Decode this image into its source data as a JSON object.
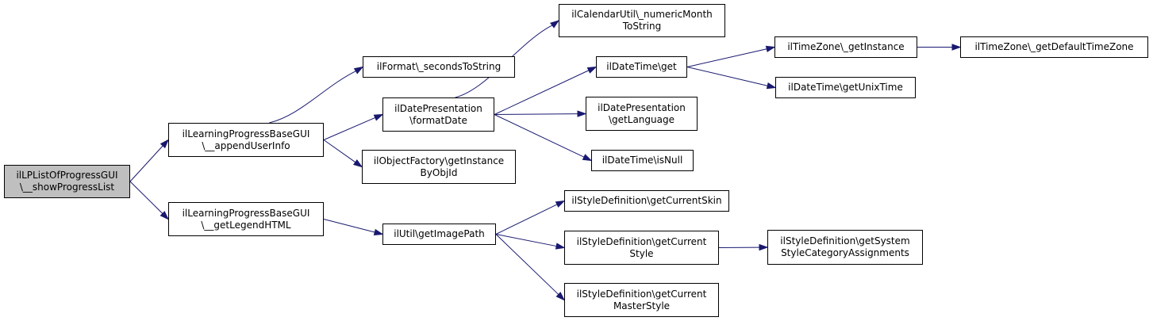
{
  "colors": {
    "edge": "#191970",
    "root_fill": "#bfbfbf",
    "node_fill": "#ffffff",
    "border": "#000000"
  },
  "nodes": {
    "root": [
      "ilLPListOfProgressGUI",
      "\\__showProgressList"
    ],
    "append_user_info": [
      "ilLearningProgressBaseGUI",
      "\\__appendUserInfo"
    ],
    "get_legend_html": [
      "ilLearningProgressBaseGUI",
      "\\__getLegendHTML"
    ],
    "seconds_to_string": [
      "ilFormat\\_secondsToString"
    ],
    "format_date": [
      "ilDatePresentation",
      "\\formatDate"
    ],
    "get_instance_by_obj_id": [
      "ilObjectFactory\\getInstance",
      "ByObjId"
    ],
    "get_image_path": [
      "ilUtil\\getImagePath"
    ],
    "numeric_month_to_string": [
      "ilCalendarUtil\\_numericMonth",
      "ToString"
    ],
    "datetime_get": [
      "ilDateTime\\get"
    ],
    "get_language": [
      "ilDatePresentation",
      "\\getLanguage"
    ],
    "is_null": [
      "ilDateTime\\isNull"
    ],
    "get_current_skin": [
      "ilStyleDefinition\\getCurrentSkin"
    ],
    "get_current_style": [
      "ilStyleDefinition\\getCurrent",
      "Style"
    ],
    "get_current_master_style": [
      "ilStyleDefinition\\getCurrent",
      "MasterStyle"
    ],
    "timezone_get_instance": [
      "ilTimeZone\\_getInstance"
    ],
    "get_unix_time": [
      "ilDateTime\\getUnixTime"
    ],
    "get_system_style_category_assignments": [
      "ilStyleDefinition\\getSystem",
      "StyleCategoryAssignments"
    ],
    "get_default_timezone": [
      "ilTimeZone\\_getDefaultTimeZone"
    ]
  },
  "edges": [
    [
      "root",
      "append_user_info"
    ],
    [
      "root",
      "get_legend_html"
    ],
    [
      "append_user_info",
      "seconds_to_string"
    ],
    [
      "append_user_info",
      "format_date"
    ],
    [
      "append_user_info",
      "get_instance_by_obj_id"
    ],
    [
      "get_legend_html",
      "get_image_path"
    ],
    [
      "format_date",
      "numeric_month_to_string"
    ],
    [
      "format_date",
      "datetime_get"
    ],
    [
      "format_date",
      "get_language"
    ],
    [
      "format_date",
      "is_null"
    ],
    [
      "get_image_path",
      "get_current_skin"
    ],
    [
      "get_image_path",
      "get_current_style"
    ],
    [
      "get_image_path",
      "get_current_master_style"
    ],
    [
      "datetime_get",
      "timezone_get_instance"
    ],
    [
      "datetime_get",
      "get_unix_time"
    ],
    [
      "get_current_style",
      "get_system_style_category_assignments"
    ],
    [
      "timezone_get_instance",
      "get_default_timezone"
    ]
  ]
}
